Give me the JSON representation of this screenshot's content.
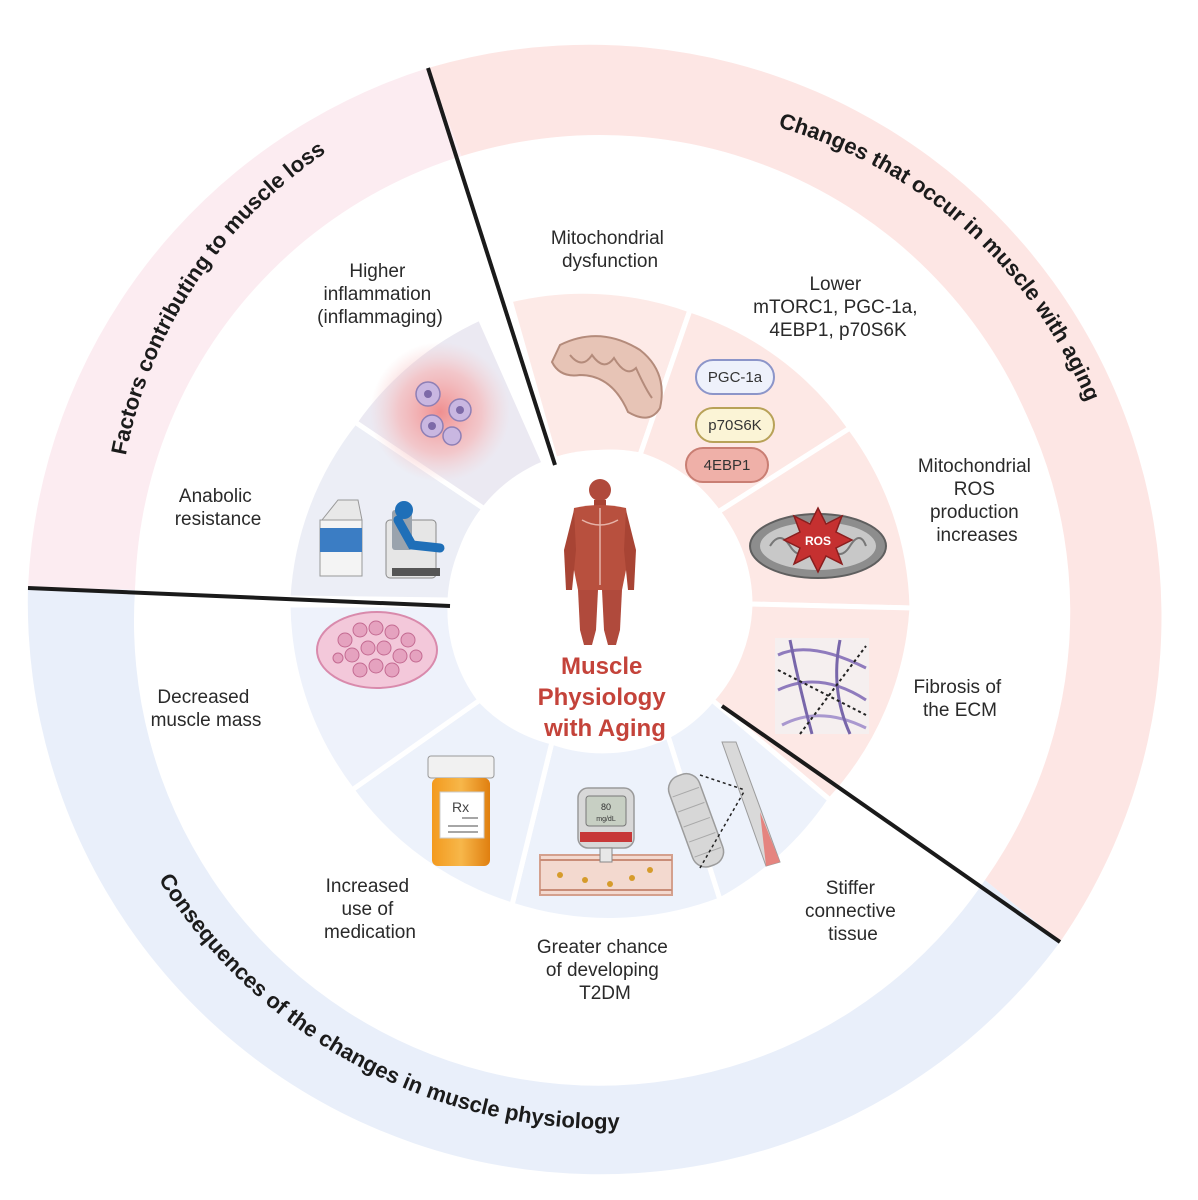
{
  "center": {
    "title_lines": [
      "Muscle",
      "Physiology",
      "with Aging"
    ]
  },
  "ring_titles": {
    "factors": "Factors contributing to muscle loss",
    "changes": "Changes that occur in muscle with aging",
    "consequences": "Consequences of the changes in muscle physiology"
  },
  "factors": {
    "inflammation": [
      "Higher",
      "inflammation",
      "(inflammaging)"
    ],
    "anabolic": [
      "Anabolic",
      "resistance"
    ]
  },
  "changes": {
    "mito_dysfunction": [
      "Mitochondrial",
      "dysfunction"
    ],
    "lower_signaling": [
      "Lower",
      "mTORC1, PGC-1a,",
      "4EBP1, p70S6K"
    ],
    "ros": [
      "Mitochondrial",
      "ROS",
      "production",
      "increases"
    ],
    "fibrosis": [
      "Fibrosis of",
      "the ECM"
    ]
  },
  "consequences": {
    "muscle_mass": [
      "Decreased",
      "muscle mass"
    ],
    "medication": [
      "Increased",
      "use of",
      "medication"
    ],
    "t2dm": [
      "Greater chance",
      "of developing",
      "T2DM"
    ],
    "stiffer": [
      "Stiffer",
      "connective",
      "tissue"
    ]
  },
  "pills": {
    "pgc": "PGC-1a",
    "p70": "p70S6K",
    "ebp": "4EBP1"
  },
  "icon_text": {
    "ros": "ROS",
    "glucose_value": "80",
    "glucose_unit": "mg/dL",
    "rx": "Rx"
  },
  "colors": {
    "factors_ring": "#fcecf1",
    "changes_ring": "#fde6e4",
    "consequences_ring": "#e9effa",
    "center_title": "#c4433a"
  }
}
